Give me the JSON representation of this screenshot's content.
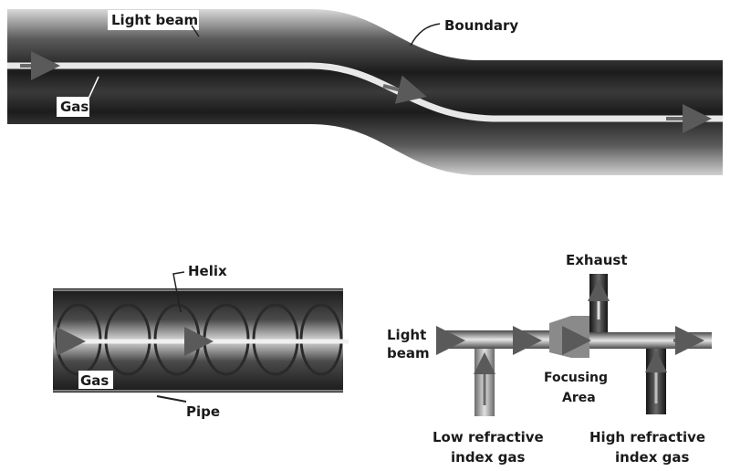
{
  "figure_top": {
    "light_beam_label": "Light beam",
    "boundary_label": "Boundary",
    "gas_label": "Gas"
  },
  "figure_helix": {
    "helix_label": "Helix",
    "gas_label": "Gas",
    "pipe_label": "Pipe"
  },
  "figure_junction": {
    "exhaust_label": "Exhaust",
    "light_label_line1": "Light",
    "light_label_line2": "beam",
    "focusing_line1": "Focusing",
    "focusing_line2": "Area",
    "low_line1": "Low refractive",
    "low_line2": "index gas",
    "high_line1": "High refractive",
    "high_line2": "index gas"
  },
  "colors": {
    "dark": "#2a2a2a",
    "beam": "#e8e8e8",
    "arrow": "#6a6a6a"
  }
}
